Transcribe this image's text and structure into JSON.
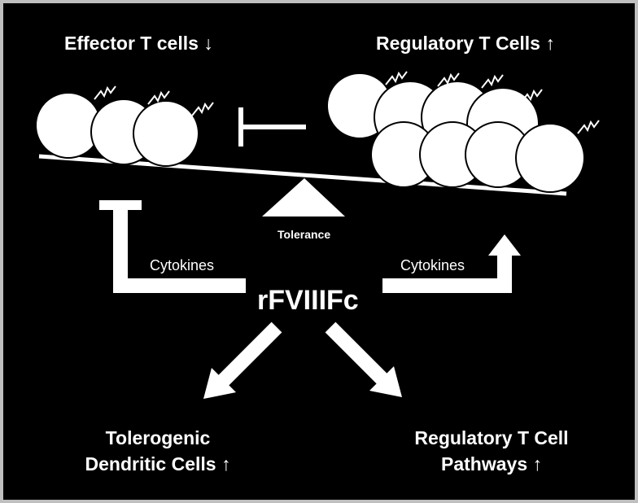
{
  "labels": {
    "effector": "Effector T cells ↓",
    "regulatory": "Regulatory T Cells ↑",
    "tolerance": "Tolerance",
    "cytokines_left": "Cytokines",
    "cytokines_right": "Cytokines",
    "center": "rFVIIIFc",
    "tolerogenic_line1": "Tolerogenic",
    "tolerogenic_line2": "Dendritic Cells ↑",
    "treg_line1": "Regulatory T Cell",
    "treg_line2": "Pathways ↑"
  },
  "colors": {
    "background": "#000000",
    "foreground": "#ffffff",
    "border": "#bfbfbf"
  }
}
